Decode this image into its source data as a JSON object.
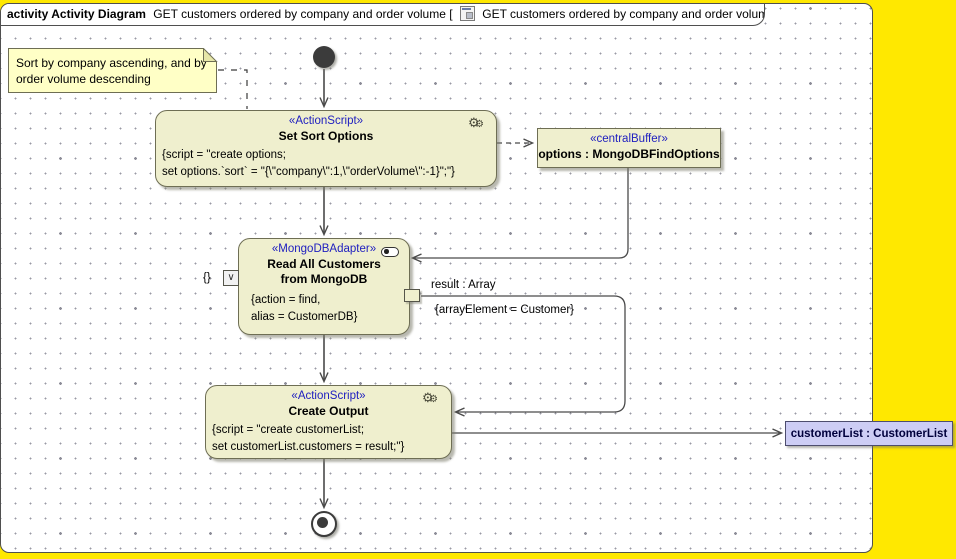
{
  "header": {
    "bold_label": "activity Activity Diagram",
    "before_icon": "GET customers ordered by company and order volume [",
    "after_icon": "GET customers ordered by company and order volume ]"
  },
  "note": {
    "text": "Sort by company ascending, and by order volume descending"
  },
  "nodes": {
    "set_sort_options": {
      "stereotype": "«ActionScript»",
      "name": "Set Sort Options",
      "script_line1": "{script = \"create options;",
      "script_line2": "set options.`sort` = \"{\\\"company\\\":1,\\\"orderVolume\\\":-1}\";\"}"
    },
    "central_buffer": {
      "stereotype": "«centralBuffer»",
      "name": "options : MongoDBFindOptions"
    },
    "mongo_adapter": {
      "stereotype": "«MongoDBAdapter»",
      "name": "Read All Customers from MongoDB",
      "props_line1": "{action = find,",
      "props_line2": "alias = CustomerDB}"
    },
    "create_output": {
      "stereotype": "«ActionScript»",
      "name": "Create Output",
      "script_line1": "{script = \"create customerList;",
      "script_line2": "set customerList.customers = result;\"}"
    },
    "customer_list": {
      "name": "customerList : CustomerList"
    }
  },
  "edges": {
    "result_label": "result : Array",
    "result_constraint": "{arrayElement = Customer}",
    "input_pin_constraint": "{}",
    "input_pin_glyph": "∨"
  },
  "colors": {
    "background_yellow": "#FFE800",
    "node_fill": "#EFEFCE",
    "node_border": "#6E6E54",
    "stereotype_blue": "#2020C0",
    "note_fill": "#FFFFC6",
    "object_node_fill": "#CDCDF5",
    "connector": "#4a4a4a"
  }
}
